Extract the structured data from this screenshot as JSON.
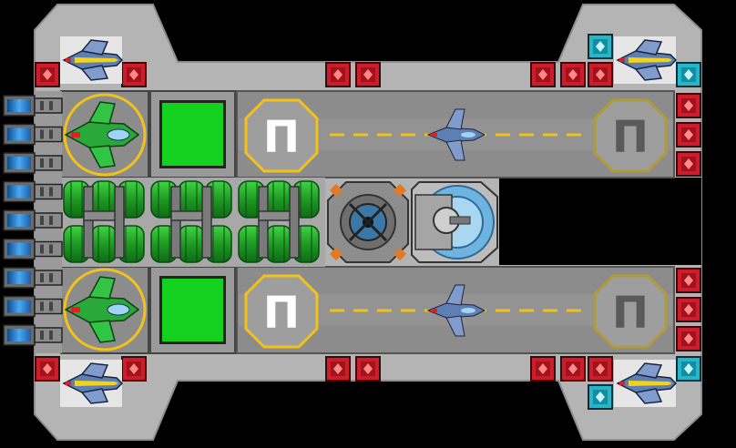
{
  "scene": {
    "title": "",
    "hull_color": "#b4b4b4",
    "hull_edge": "#8e8e8e",
    "deck_color": "#8c8c8c",
    "runway_stripe_color": "#f2c21b",
    "pad_ring_color": "#f2c21b",
    "pad_letter": "П",
    "red_module_color": "#cc1e2a",
    "cyan_module_color": "#25b7c9",
    "blue_thruster_color": "#2a86d8",
    "green_color": "#2fbd32",
    "fighter_colors": {
      "yellow_fighter": "#f2d21b",
      "blue_fighter": "#5e7fb4",
      "green_fighter": "#2aa83a"
    }
  },
  "modules": {
    "top_hangar_screen": "green-screen",
    "bottom_hangar_screen": "green-screen",
    "reactor_core": "reactor-icon",
    "shield_generator": "shield-icon",
    "fuel_tanks": "fuel-tank-icon",
    "engine_thrusters": "thruster-icon",
    "turrets_red": "red-turret-icon",
    "turrets_cyan": "cyan-turret-icon",
    "landing_pads": "landing-pad-icon"
  }
}
